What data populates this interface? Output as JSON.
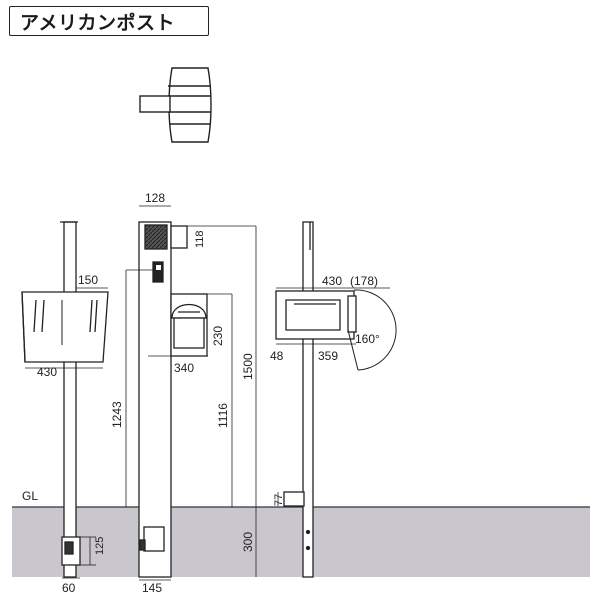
{
  "title": "アメリカンポスト",
  "ground_label": "GL",
  "dimensions": {
    "front_width": "150",
    "front_depth": "430",
    "post_base_width": "60",
    "post_foot_height": "125",
    "cap_width": "128",
    "cap_height": "118",
    "box_width": "340",
    "box_height": "230",
    "dim_1243": "1243",
    "dim_1116": "1116",
    "dim_1500": "1500",
    "dim_300": "300",
    "base_width_side": "145",
    "side_depth": "430",
    "side_extra": "(178)",
    "side_48": "48",
    "side_359": "359",
    "open_angle": "160°",
    "side_77": "77"
  }
}
